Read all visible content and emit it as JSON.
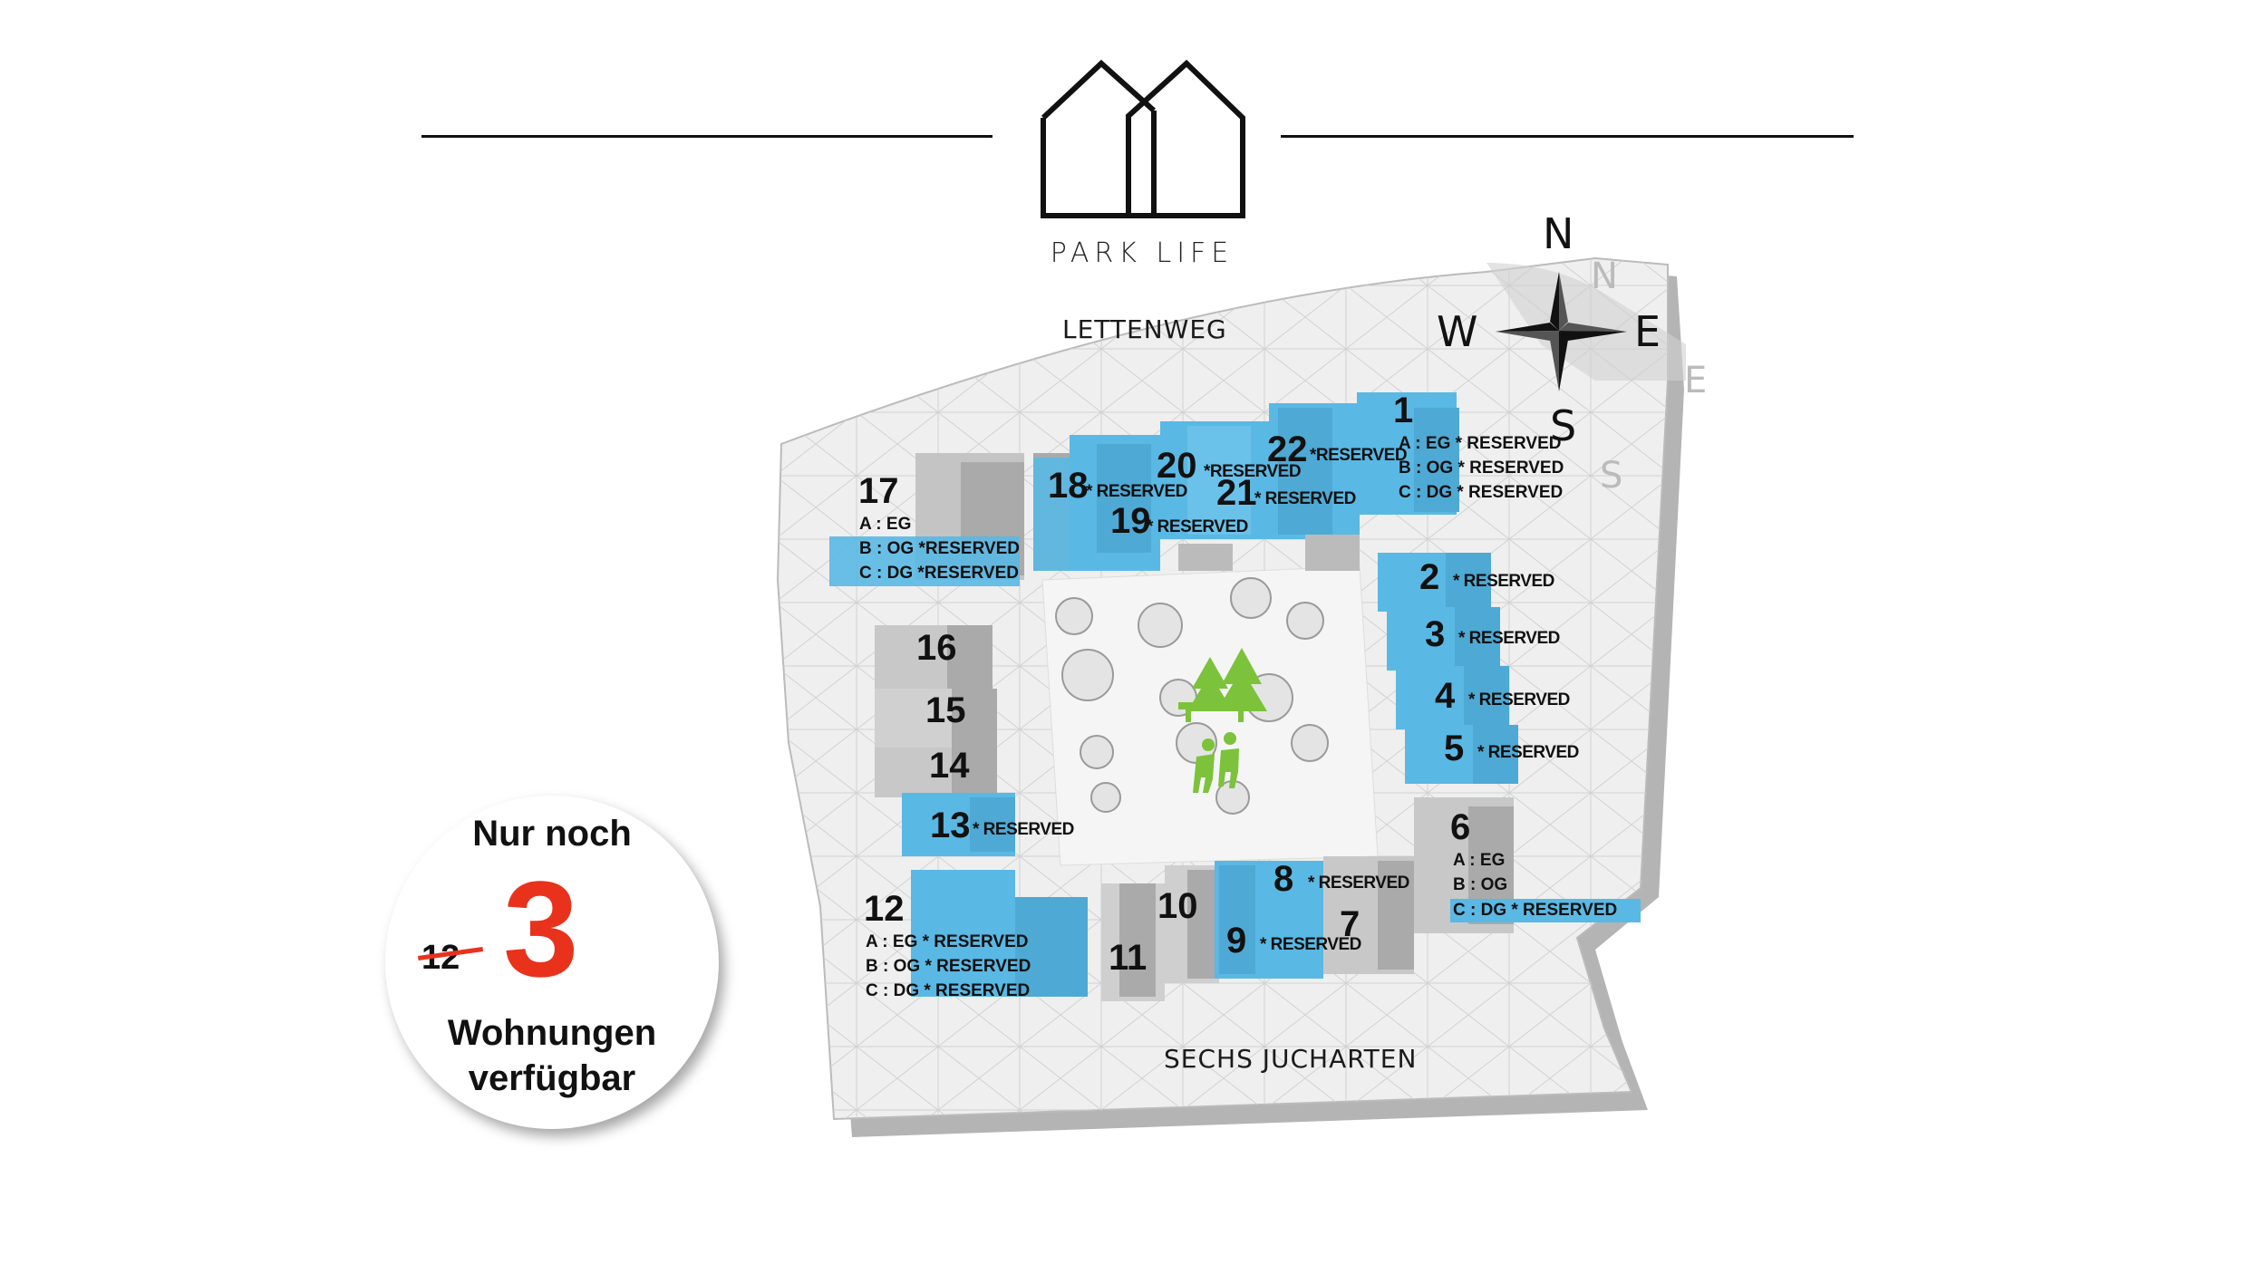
{
  "header": {
    "brand": "PARK LIFE",
    "logo_icon": "house-outline-icon"
  },
  "streets": {
    "north": "LETTENWEG",
    "south": "SECHS JUCHARTEN"
  },
  "compass": {
    "n": "N",
    "e": "E",
    "s": "S",
    "w": "W"
  },
  "colors": {
    "reserved": "#5ab8e4",
    "available": "#c8c8c8",
    "accent": "#e8321c",
    "park": "#7cc23a"
  },
  "units": [
    {
      "id": "1",
      "number": "1",
      "levels": [
        "A : EG * RESERVED",
        "B : OG * RESERVED",
        "C : DG * RESERVED"
      ]
    },
    {
      "id": "2",
      "number": "2",
      "status": "* RESERVED"
    },
    {
      "id": "3",
      "number": "3",
      "status": "* RESERVED"
    },
    {
      "id": "4",
      "number": "4",
      "status": "* RESERVED"
    },
    {
      "id": "5",
      "number": "5",
      "status": "* RESERVED"
    },
    {
      "id": "6",
      "number": "6",
      "levels": [
        "A : EG",
        "B : OG",
        "C : DG * RESERVED"
      ]
    },
    {
      "id": "7",
      "number": "7"
    },
    {
      "id": "8",
      "number": "8",
      "status": "* RESERVED"
    },
    {
      "id": "9",
      "number": "9",
      "status": "* RESERVED"
    },
    {
      "id": "10",
      "number": "10"
    },
    {
      "id": "11",
      "number": "11"
    },
    {
      "id": "12",
      "number": "12",
      "levels": [
        "A : EG * RESERVED",
        "B : OG * RESERVED",
        "C : DG * RESERVED"
      ]
    },
    {
      "id": "13",
      "number": "13",
      "status": "* RESERVED"
    },
    {
      "id": "14",
      "number": "14"
    },
    {
      "id": "15",
      "number": "15"
    },
    {
      "id": "16",
      "number": "16"
    },
    {
      "id": "17",
      "number": "17",
      "levels": [
        "A : EG",
        "B : OG *RESERVED",
        "C : DG *RESERVED"
      ]
    },
    {
      "id": "18",
      "number": "18",
      "status": "* RESERVED"
    },
    {
      "id": "19",
      "number": "19",
      "status": "* RESERVED"
    },
    {
      "id": "20",
      "number": "20",
      "status": "*RESERVED"
    },
    {
      "id": "21",
      "number": "21",
      "status": "* RESERVED"
    },
    {
      "id": "22",
      "number": "22",
      "status": "*RESERVED"
    }
  ],
  "badge": {
    "line1": "Nur noch",
    "old_count": "12",
    "new_count": "3",
    "line3": "Wohnungen",
    "line4": "verfügbar"
  }
}
